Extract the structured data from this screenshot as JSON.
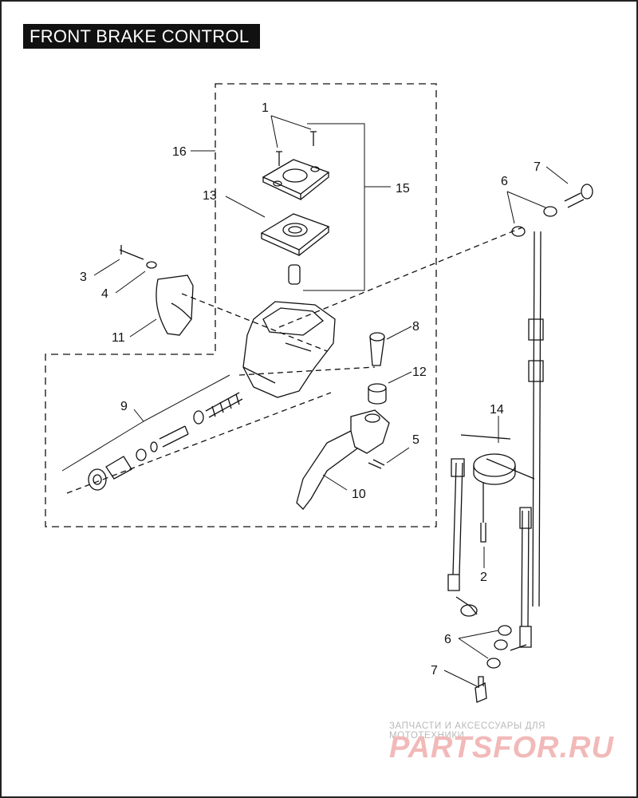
{
  "title": "FRONT BRAKE  CONTROL",
  "callouts": {
    "c1": "1",
    "c2": "2",
    "c3": "3",
    "c4": "4",
    "c5": "5",
    "c6a": "6",
    "c6b": "6",
    "c7a": "7",
    "c7b": "7",
    "c8": "8",
    "c9": "9",
    "c10": "10",
    "c11": "11",
    "c12": "12",
    "c13": "13",
    "c14": "14",
    "c15": "15",
    "c16": "16"
  },
  "watermark": {
    "line1": "ЗАПЧАСТИ И АКСЕССУАРЫ ДЛЯ МОТОТЕХНИКИ",
    "line2": "PARTSFOR.RU"
  },
  "colors": {
    "ink": "#111111",
    "watermark_text": "#f2b9b9"
  }
}
